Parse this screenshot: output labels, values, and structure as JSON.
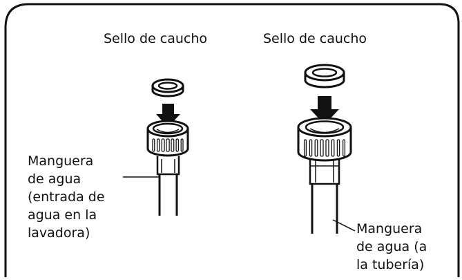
{
  "left_assembly": {
    "seal_label": "Sello de caucho",
    "hose_label_lines": [
      "Manguera",
      "de agua",
      "(entrada de",
      "agua en la",
      "lavadora)"
    ]
  },
  "right_assembly": {
    "seal_label": "Sello de caucho",
    "hose_label_lines": [
      "Manguera",
      "de agua (a",
      "la tubería)"
    ]
  },
  "colors": {
    "stroke": "#111111",
    "fill": "#ffffff"
  },
  "icons": [
    "rubber-seal-icon",
    "down-arrow-icon",
    "hose-coupling-icon",
    "water-hose-icon"
  ]
}
